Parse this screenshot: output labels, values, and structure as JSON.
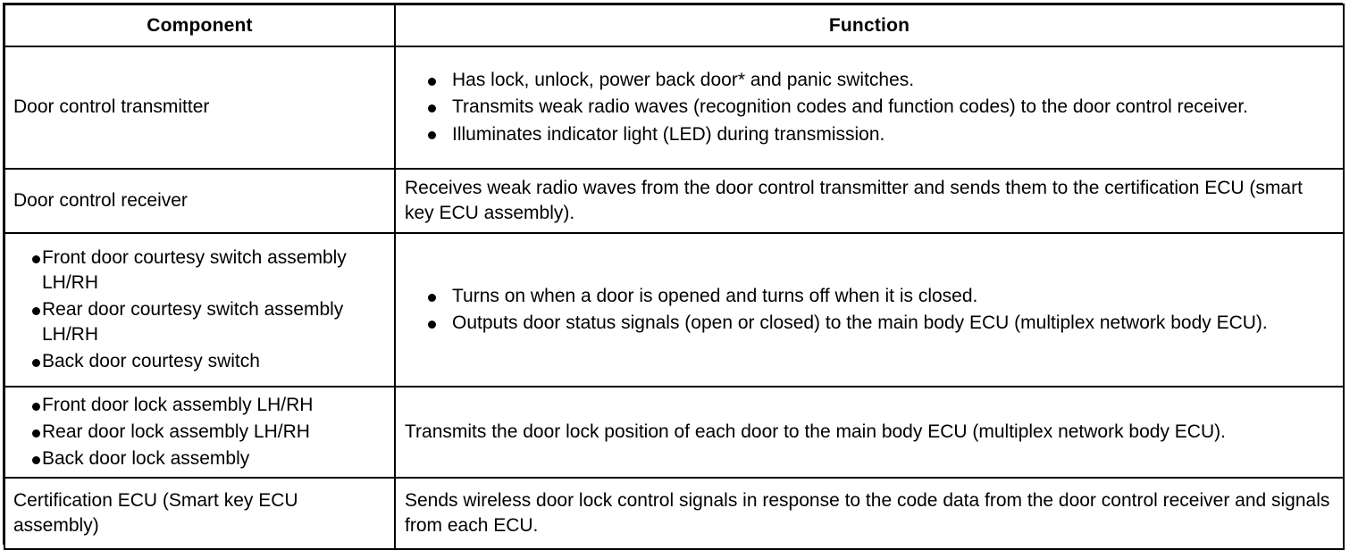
{
  "table": {
    "headers": {
      "component": "Component",
      "function": "Function"
    },
    "rows": [
      {
        "component_text": "Door control transmitter",
        "component_bullets": [],
        "function_text": "",
        "function_bullets": [
          "Has lock, unlock, power back door* and panic switches.",
          "Transmits weak radio waves (recognition codes and function codes) to the door control receiver.",
          "Illuminates indicator light (LED) during transmission."
        ]
      },
      {
        "component_text": "Door control receiver",
        "component_bullets": [],
        "function_text": "Receives weak radio waves from the door control transmitter and sends them to the certification ECU (smart key ECU assembly).",
        "function_bullets": []
      },
      {
        "component_text": "",
        "component_bullets": [
          "Front door courtesy switch assembly LH/RH",
          "Rear door courtesy switch assembly LH/RH",
          "Back door courtesy switch"
        ],
        "function_text": "",
        "function_bullets": [
          "Turns on when a door is opened and turns off when it is closed.",
          "Outputs door status signals (open or closed) to the main body ECU (multiplex network body ECU)."
        ]
      },
      {
        "component_text": "",
        "component_bullets": [
          "Front door lock assembly LH/RH",
          "Rear door lock assembly LH/RH",
          "Back door lock assembly"
        ],
        "function_text": "Transmits the door lock position of each door to the main body ECU (multiplex network body ECU).",
        "function_bullets": []
      },
      {
        "component_text": "Certification ECU (Smart key ECU assembly)",
        "component_bullets": [],
        "function_text": "Sends wireless door lock control signals in response to the code data from the door control receiver and signals from each ECU.",
        "function_bullets": []
      }
    ]
  },
  "colors": {
    "border": "#000000",
    "text": "#000000",
    "background": "#ffffff"
  }
}
